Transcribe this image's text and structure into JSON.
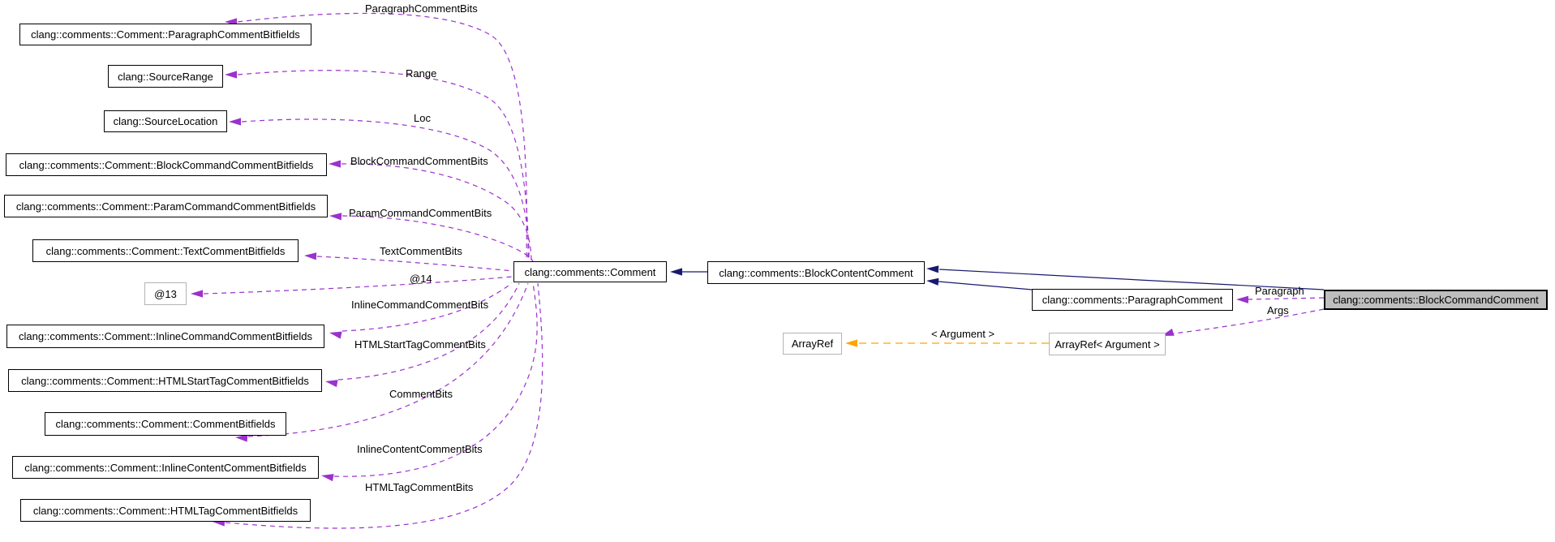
{
  "colors": {
    "member_edge": "#9a32cd",
    "inheritance_edge": "#191970",
    "template_edge": "#ffa500",
    "highlight_fill": "#bebebe",
    "node_fill": "#ffffff",
    "node_border": "#000000",
    "muted_border": "#b4b4b4",
    "label_text": "#000000"
  },
  "nodes": [
    {
      "id": "paragraph_comment_bitfields",
      "label": "clang::comments::Comment::ParagraphCommentBitfields"
    },
    {
      "id": "source_range",
      "label": "clang::SourceRange"
    },
    {
      "id": "source_location",
      "label": "clang::SourceLocation"
    },
    {
      "id": "block_command_comment_bitfields",
      "label": "clang::comments::Comment::BlockCommandCommentBitfields"
    },
    {
      "id": "param_command_comment_bitfields",
      "label": "clang::comments::Comment::ParamCommandCommentBitfields"
    },
    {
      "id": "text_comment_bitfields",
      "label": "clang::comments::Comment::TextCommentBitfields"
    },
    {
      "id": "at13",
      "label": "@13",
      "muted": true
    },
    {
      "id": "inline_command_comment_bitfields",
      "label": "clang::comments::Comment::InlineCommandCommentBitfields"
    },
    {
      "id": "html_start_tag_comment_bitfields",
      "label": "clang::comments::Comment::HTMLStartTagCommentBitfields"
    },
    {
      "id": "comment_bitfields",
      "label": "clang::comments::Comment::CommentBitfields"
    },
    {
      "id": "inline_content_comment_bitfields",
      "label": "clang::comments::Comment::InlineContentCommentBitfields"
    },
    {
      "id": "html_tag_comment_bitfields",
      "label": "clang::comments::Comment::HTMLTagCommentBitfields"
    },
    {
      "id": "comment",
      "label": "clang::comments::Comment"
    },
    {
      "id": "block_content_comment",
      "label": "clang::comments::BlockContentComment"
    },
    {
      "id": "paragraph_comment",
      "label": "clang::comments::ParagraphComment"
    },
    {
      "id": "block_command_comment",
      "label": "clang::comments::BlockCommandComment",
      "highlighted": true
    },
    {
      "id": "arrayref",
      "label": "ArrayRef",
      "muted": true
    },
    {
      "id": "arrayref_argument",
      "label": "ArrayRef< Argument >",
      "muted": true
    }
  ],
  "edge_labels": [
    {
      "id": "paragraph_comment_bits",
      "text": "ParagraphCommentBits"
    },
    {
      "id": "range",
      "text": "Range"
    },
    {
      "id": "loc",
      "text": "Loc"
    },
    {
      "id": "block_command_comment_bits",
      "text": "BlockCommandCommentBits"
    },
    {
      "id": "param_command_comment_bits",
      "text": "ParamCommandCommentBits"
    },
    {
      "id": "text_comment_bits",
      "text": "TextCommentBits"
    },
    {
      "id": "at14",
      "text": "@14"
    },
    {
      "id": "inline_command_comment_bits",
      "text": "InlineCommandCommentBits"
    },
    {
      "id": "html_start_tag_comment_bits",
      "text": "HTMLStartTagCommentBits"
    },
    {
      "id": "comment_bits",
      "text": "CommentBits"
    },
    {
      "id": "inline_content_comment_bits",
      "text": "InlineContentCommentBits"
    },
    {
      "id": "html_tag_comment_bits",
      "text": "HTMLTagCommentBits"
    },
    {
      "id": "paragraph",
      "text": "Paragraph"
    },
    {
      "id": "args",
      "text": "Args"
    },
    {
      "id": "template_argument",
      "text": "< Argument >"
    }
  ]
}
